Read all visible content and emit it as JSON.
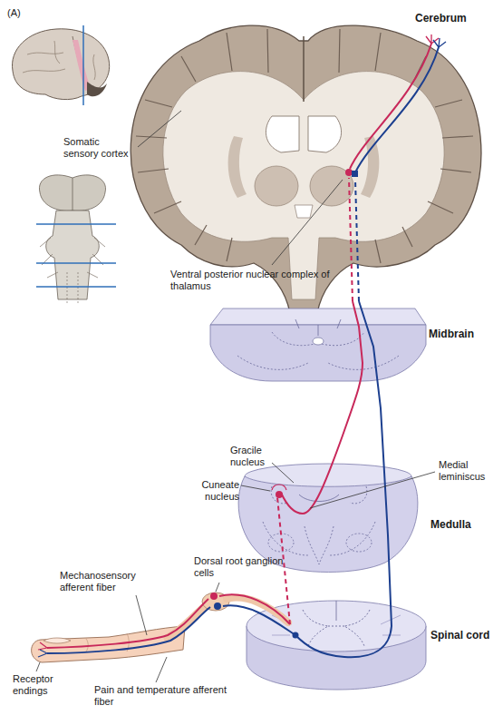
{
  "diagram": {
    "labels": [
      "(A)",
      "Cerebrum",
      "Somatic sensory cortex",
      "Ventral posterior nuclear complex of thalamus",
      "Midbrain",
      "Gracile nucleus",
      "Cuneate nucleus",
      "Medial leminiscus",
      "Medulla",
      "Dorsal root ganglion cells",
      "Mechanosensory afferent fiber",
      "Spinal cord",
      "Receptor endings",
      "Pain and temperature afferent fiber"
    ]
  }
}
